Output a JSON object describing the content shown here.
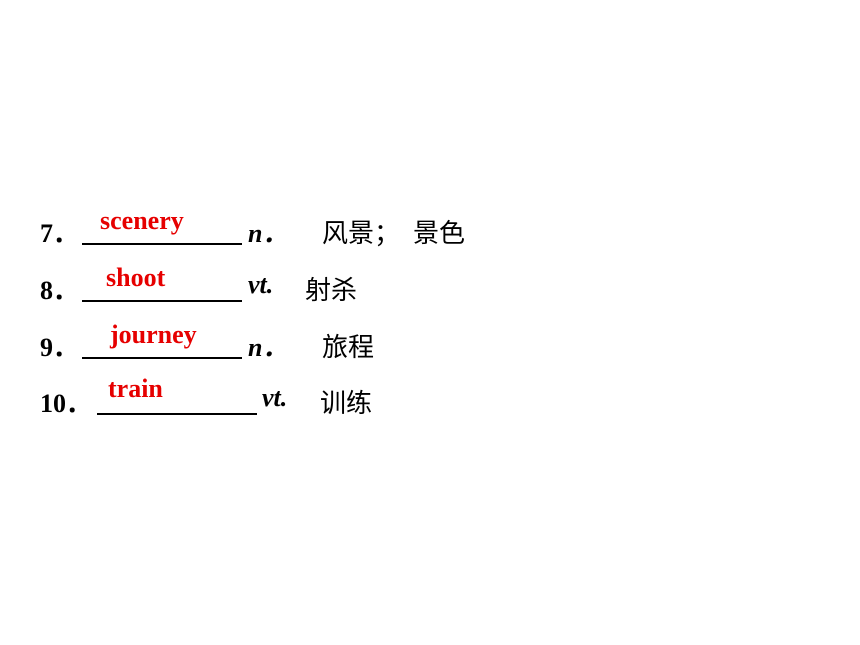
{
  "colors": {
    "answer": "#e60000",
    "text": "#000000",
    "background": "#ffffff"
  },
  "items": [
    {
      "number": "7．",
      "answer": "scenery",
      "pos": "n．",
      "meaning": "风景；　景色"
    },
    {
      "number": "8．",
      "answer": "shoot",
      "pos": "vt.",
      "meaning": "射杀"
    },
    {
      "number": "9．",
      "answer": "journey",
      "pos": "n．",
      "meaning": "旅程"
    },
    {
      "number": "10．",
      "answer": "train",
      "pos": "vt.",
      "meaning": "训练"
    }
  ]
}
